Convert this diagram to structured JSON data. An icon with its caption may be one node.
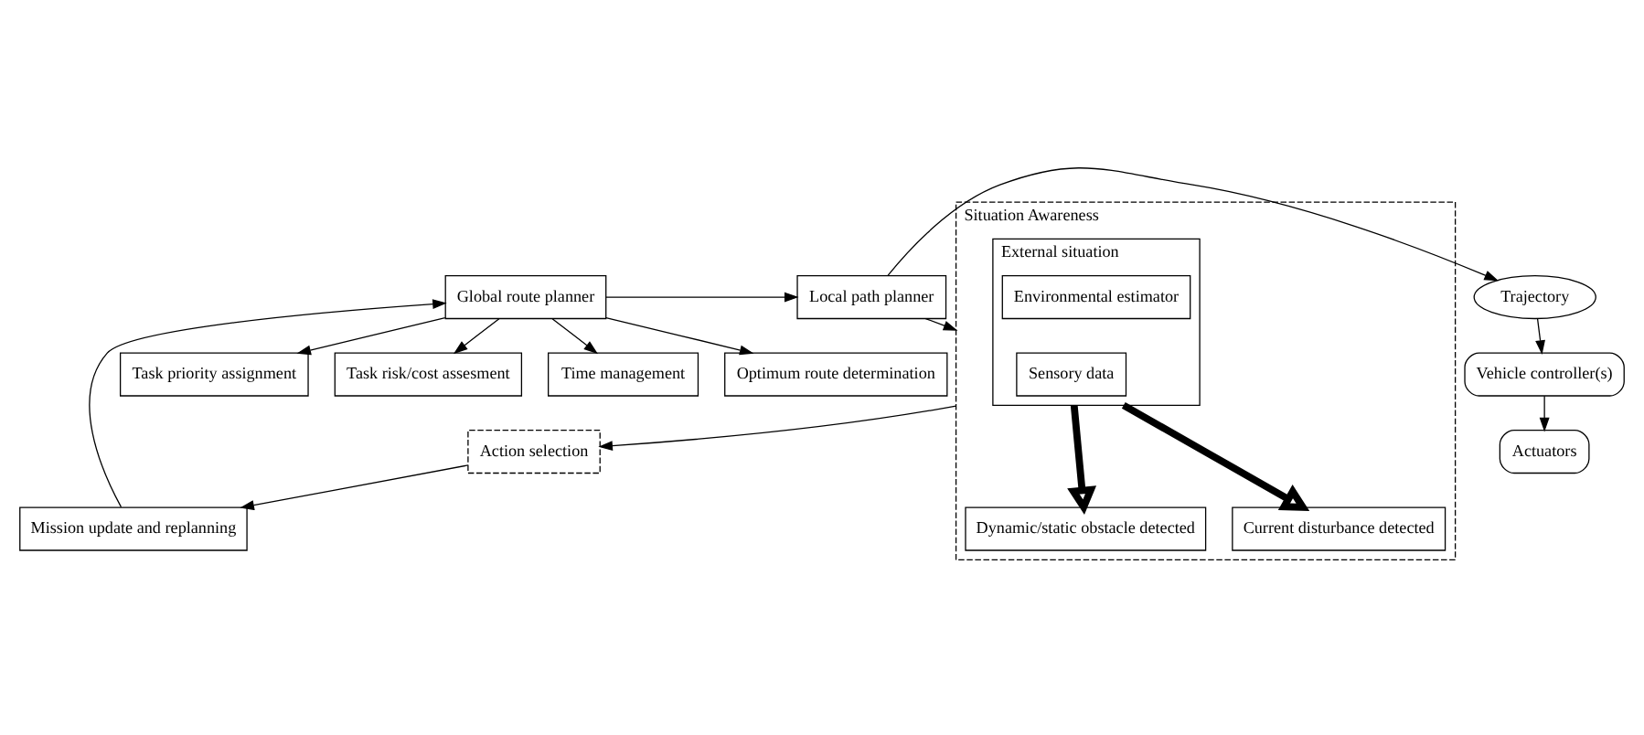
{
  "diagram": {
    "nodes": [
      {
        "text": [
          "Global route planner"
        ]
      },
      {
        "text": [
          "Local path planner"
        ]
      },
      {
        "text": [
          "Trajectory"
        ]
      },
      {
        "text": [
          "Task priority assignment"
        ]
      },
      {
        "text": [
          "Task risk/cost assesment"
        ]
      },
      {
        "text": [
          "Time management"
        ]
      },
      {
        "text": [
          "Optimum route determination"
        ]
      },
      {
        "text": [
          "Situation Awareness"
        ]
      },
      {
        "text": [
          "External situation"
        ],
        "in": 7
      },
      {
        "text": [
          "Sensory data"
        ],
        "in": 8
      },
      {
        "text": [
          "Environmental estimator"
        ],
        "in": 8
      },
      {
        "text": [
          "Dynamic/static obstacle detected"
        ],
        "in": 7
      },
      {
        "text": [
          "Current disturbance detected"
        ],
        "in": 7
      },
      {
        "text": [
          "Action selection"
        ]
      },
      {
        "text": [
          "Mission update and replanning"
        ]
      },
      {
        "text": [
          "Vehicle controller(s)"
        ]
      },
      {
        "text": [
          "Actuators"
        ]
      }
    ],
    "edges": [
      {
        "from": 0,
        "to": 1,
        "arrow": "to"
      },
      {
        "from": 1,
        "to": 2,
        "arrow": "to"
      },
      {
        "from": 0,
        "to": 3,
        "arrow": "to"
      },
      {
        "from": 0,
        "to": 4,
        "arrow": "to"
      },
      {
        "from": 0,
        "to": 5,
        "arrow": "to"
      },
      {
        "from": 0,
        "to": 6,
        "arrow": "to"
      },
      {
        "from": 1,
        "to": 7,
        "arrow": "to"
      },
      {
        "from": 8,
        "to": 11,
        "arrow": "to",
        "style": "thick"
      },
      {
        "from": 8,
        "to": 12,
        "arrow": "to",
        "style": "thick"
      },
      {
        "from": 7,
        "to": 13,
        "arrow": "to"
      },
      {
        "from": 13,
        "to": 14,
        "arrow": "to"
      },
      {
        "from": 14,
        "to": 0,
        "arrow": "to"
      },
      {
        "from": 2,
        "to": 15,
        "arrow": "to"
      },
      {
        "from": 15,
        "to": 16,
        "arrow": "to"
      }
    ]
  }
}
